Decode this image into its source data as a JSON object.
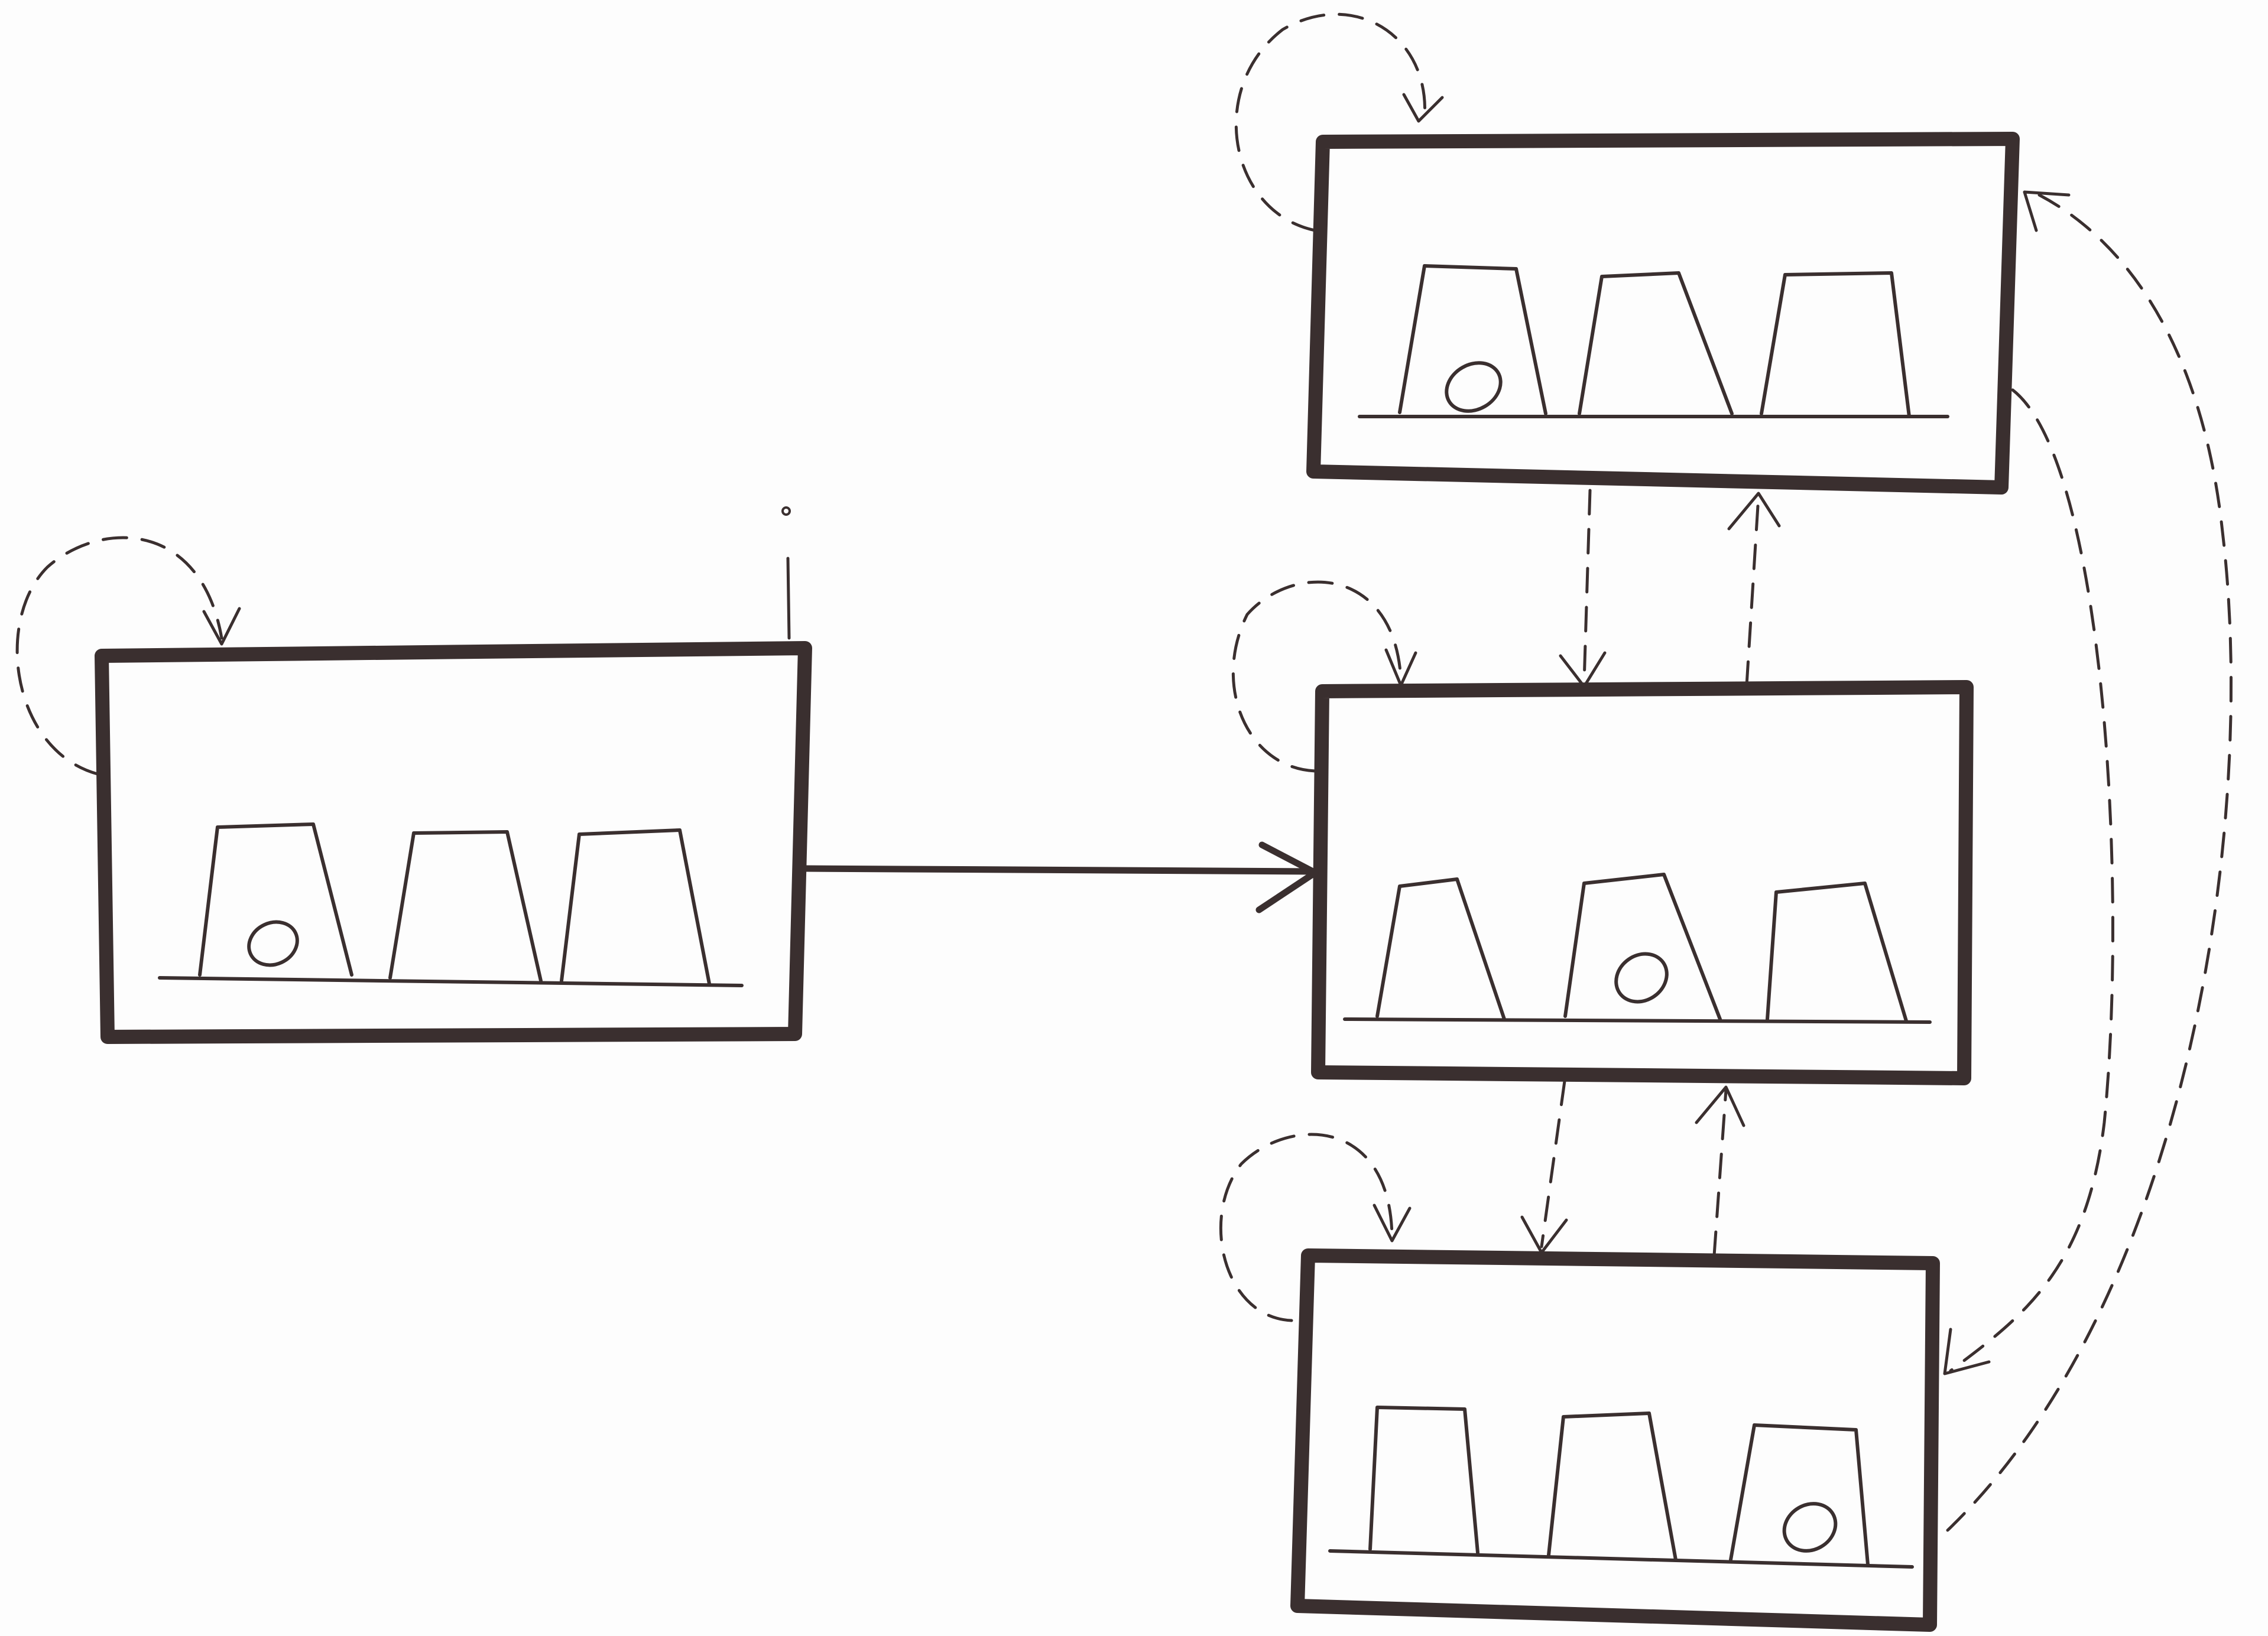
{
  "diagram": {
    "description_free": true,
    "colors": {
      "paper": "#fdfdfd",
      "ink": "#3a2f2f",
      "frame": "#3a2f2f"
    },
    "states": [
      {
        "id": "start",
        "cups": 3,
        "ball_under": 1
      },
      {
        "id": "top",
        "cups": 3,
        "ball_under": 1
      },
      {
        "id": "middle",
        "cups": 3,
        "ball_under": 2
      },
      {
        "id": "bottom",
        "cups": 3,
        "ball_under": 3
      }
    ],
    "transitions": [
      {
        "from": "start",
        "to": "start",
        "style": "dashed"
      },
      {
        "from": "start",
        "to": "middle",
        "style": "solid"
      },
      {
        "from": "top",
        "to": "top",
        "style": "dashed"
      },
      {
        "from": "middle",
        "to": "middle",
        "style": "dashed"
      },
      {
        "from": "bottom",
        "to": "bottom",
        "style": "dashed"
      },
      {
        "from": "top",
        "to": "middle",
        "style": "dashed"
      },
      {
        "from": "middle",
        "to": "top",
        "style": "dashed"
      },
      {
        "from": "middle",
        "to": "bottom",
        "style": "dashed"
      },
      {
        "from": "bottom",
        "to": "middle",
        "style": "dashed"
      },
      {
        "from": "top",
        "to": "bottom",
        "style": "dashed"
      },
      {
        "from": "bottom",
        "to": "top",
        "style": "dashed"
      }
    ]
  }
}
